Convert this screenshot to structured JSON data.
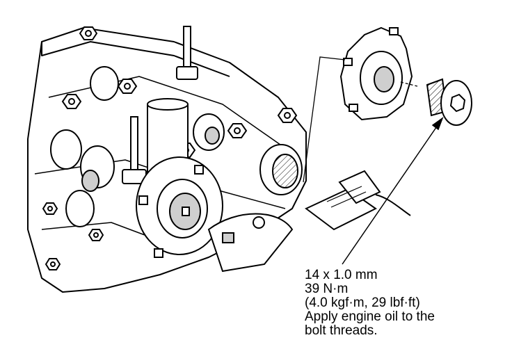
{
  "callout": {
    "lines": [
      "14 x 1.0 mm",
      "39 N·m",
      "(4.0 kgf·m, 29 lbf·ft)",
      "Apply engine oil to the",
      "bolt threads."
    ]
  },
  "colors": {
    "ink": "#000000",
    "paper": "#ffffff",
    "shade": "#cfcfcf"
  }
}
